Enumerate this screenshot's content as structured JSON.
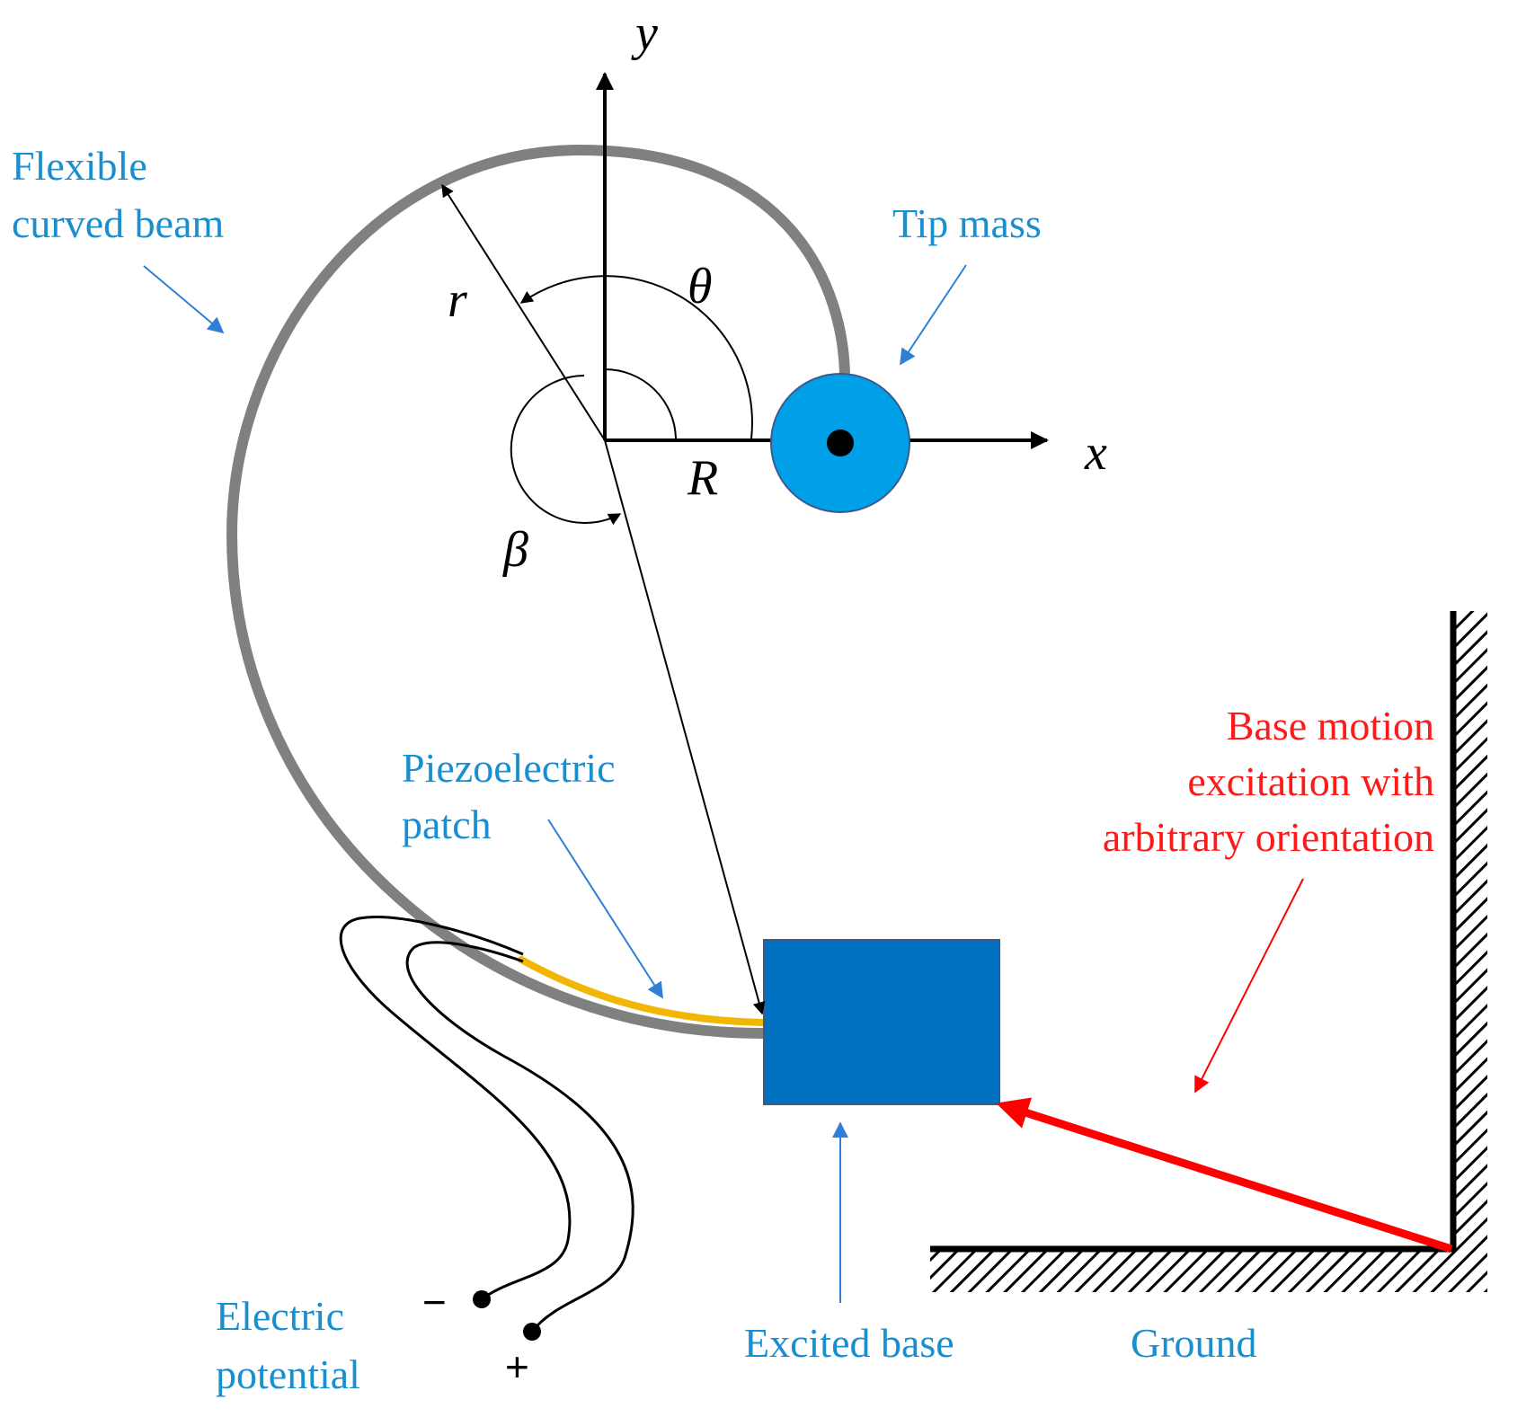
{
  "labels": {
    "flexible_beam_line1": "Flexible",
    "flexible_beam_line2": "curved beam",
    "tip_mass": "Tip mass",
    "piezo_line1": "Piezoelectric",
    "piezo_line2": "patch",
    "base_motion_line1": "Base motion",
    "base_motion_line2": "excitation with",
    "base_motion_line3": "arbitrary orientation",
    "electric_line1": "Electric",
    "electric_line2": "potential",
    "excited_base": "Excited base",
    "ground": "Ground"
  },
  "symbols": {
    "y_axis": "y",
    "x_axis": "x",
    "r": "r",
    "theta": "θ",
    "R": "R",
    "beta": "β",
    "minus": "−",
    "plus": "+"
  },
  "colors": {
    "label_blue": "#1a8fd0",
    "label_red": "#ff1a1a",
    "beam_gray": "#808080",
    "tip_mass_fill": "#00a0e8",
    "base_fill": "#0070c0",
    "patch_yellow": "#f2b705",
    "excitation_red": "#ff0000"
  }
}
